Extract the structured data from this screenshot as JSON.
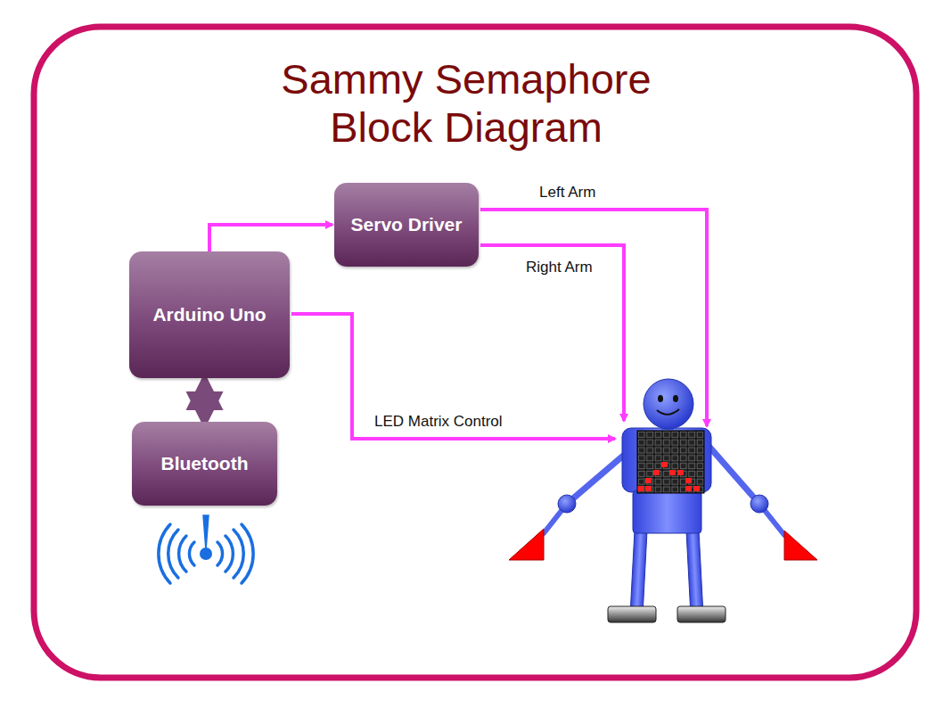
{
  "diagram": {
    "title": "Sammy Semaphore Block Diagram",
    "nodes": [
      {
        "text": [
          "Servo Driver"
        ]
      },
      {
        "text": [
          "Arduino Uno"
        ]
      },
      {
        "text": [
          "Bluetooth"
        ]
      }
    ],
    "edges": [
      {
        "from": 1,
        "to": 0,
        "arrow": "to"
      },
      {
        "from": 1,
        "to": 2,
        "arrow": "both"
      }
    ],
    "labels": [
      "Left Arm",
      "Right Arm",
      "LED Matrix Control"
    ]
  }
}
